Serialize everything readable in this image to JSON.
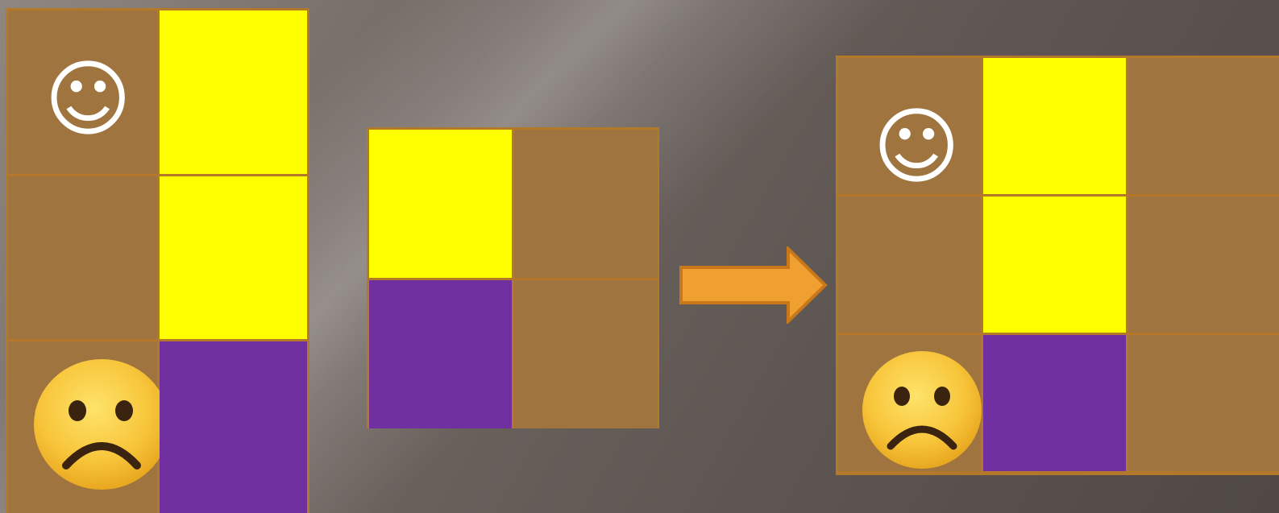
{
  "diagram": {
    "grids": [
      {
        "id": "left",
        "rows": 3,
        "cols": 2,
        "cells": [
          [
            "smile",
            "yellow"
          ],
          [
            "empty",
            "yellow"
          ],
          [
            "frown",
            "purple"
          ]
        ]
      },
      {
        "id": "middle",
        "rows": 2,
        "cols": 2,
        "cells": [
          [
            "yellow",
            "empty"
          ],
          [
            "purple",
            "empty"
          ]
        ]
      },
      {
        "id": "right",
        "rows": 3,
        "cols": 3,
        "cells": [
          [
            "smile",
            "yellow",
            "empty"
          ],
          [
            "empty",
            "yellow",
            "empty"
          ],
          [
            "frown",
            "purple",
            "empty"
          ]
        ]
      }
    ],
    "symbols": {
      "smile": "☺",
      "frown": "frowning-face-emoji"
    },
    "arrow_direction": "right",
    "colors": {
      "grid_border": "#b4782a",
      "yellow": "#ffff00",
      "purple": "#7030a0",
      "arrow": "#f0a030",
      "arrow_border": "#c87818",
      "face_yellow": "#f8c53a",
      "smile_glyph": "#ffffff"
    }
  }
}
